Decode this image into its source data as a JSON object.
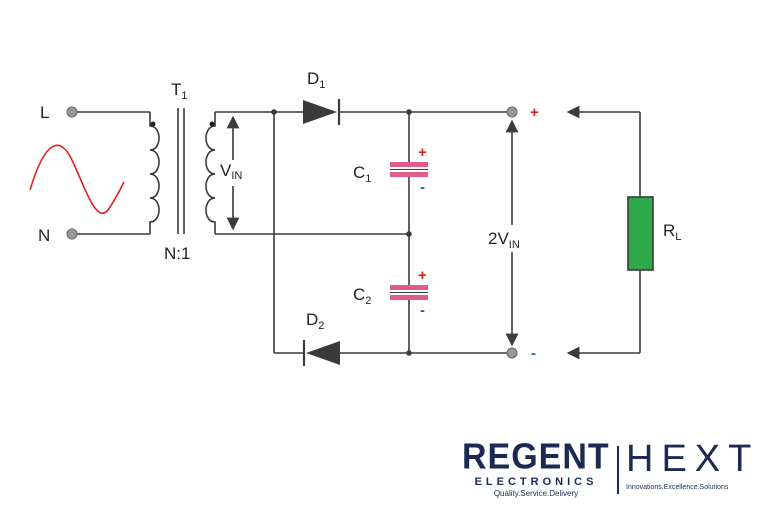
{
  "labels": {
    "L": "L",
    "N": "N",
    "T1": "T",
    "T1_sub": "1",
    "ratio": "N:1",
    "VIN": "V",
    "VIN_sub": "IN",
    "D1": "D",
    "D1_sub": "1",
    "D2": "D",
    "D2_sub": "2",
    "C1": "C",
    "C1_sub": "1",
    "C2": "C",
    "C2_sub": "2",
    "out": "2V",
    "out_sub": "IN",
    "RL": "R",
    "RL_sub": "L",
    "plus": "+",
    "minus": "-"
  },
  "colors": {
    "wire": "#3a3a3a",
    "sine": "#e0201e",
    "capacitor_plate": "#e05a8a",
    "resistor": "#2fa84a",
    "plus": "#e0201e",
    "minus": "#1f5fb0"
  },
  "brand": {
    "regent": "REGENT",
    "regent_sub": "ELECTRONICS",
    "regent_tag": "Quality.Service.Delivery",
    "hext": "HEXT",
    "hext_tag": "Innovations.Excellence.Solutions"
  }
}
